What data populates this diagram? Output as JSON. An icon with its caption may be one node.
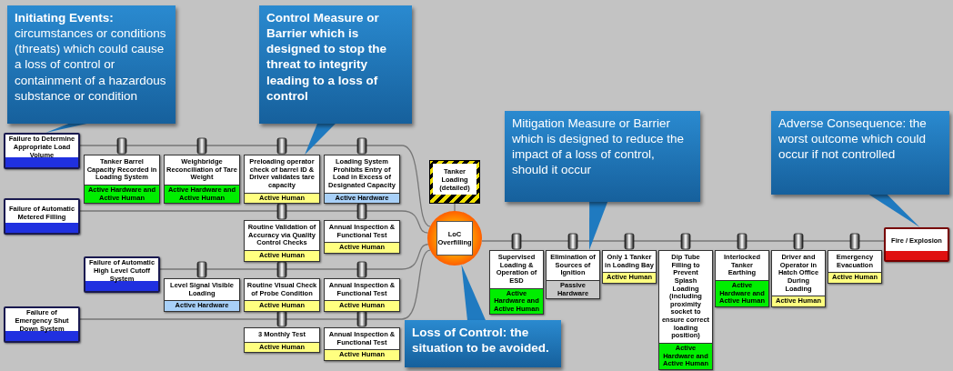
{
  "diagram": {
    "nodes": [
      {
        "text": [
          "Initiating Events:",
          "circumstances or conditions (threats) which could cause a loss of control or containment of a hazardous substance or condition"
        ]
      },
      {
        "text": [
          "Control Measure or Barrier which is designed to stop the threat to integrity leading to a loss of control"
        ]
      },
      {
        "text": [
          "Failure to Determine Appropriate Load Volume"
        ]
      },
      {
        "text": [
          "Tanker Barrel Capacity Recorded in Loading System",
          "Active Hardware and Active Human"
        ]
      },
      {
        "text": [
          "Weighbridge Reconciliation of Tare Weight",
          "Active Hardware and Active Human"
        ]
      },
      {
        "text": [
          "Preloading operator check of barrel ID & Driver validates tare capacity",
          "Active Human"
        ]
      },
      {
        "text": [
          "Loading System Prohibits Entry of Load in Excess of Designated Capacity",
          "Active Hardware"
        ]
      },
      {
        "text": [
          "Failure of Automatic Metered Filling"
        ]
      },
      {
        "text": [
          "Routine Validation of Accuracy via Quality Control Checks",
          "Active Human"
        ]
      },
      {
        "text": [
          "Annual Inspection & Functional Test",
          "Active Human"
        ]
      },
      {
        "text": [
          "Failure of Automatic High Level Cutoff System"
        ]
      },
      {
        "text": [
          "Level Signal Visible Loading",
          "Active Hardware"
        ]
      },
      {
        "text": [
          "Routine Visual Check of Probe Condition",
          "Active Human"
        ]
      },
      {
        "text": [
          "Annual Inspection & Functional Test",
          "Active Human"
        ]
      },
      {
        "text": [
          "Failure of Emergency Shut Down System"
        ]
      },
      {
        "text": [
          "3 Monthly Test",
          "Active Human"
        ]
      },
      {
        "text": [
          "Annual Inspection & Functional Test",
          "Active Human"
        ]
      },
      {
        "text": [
          "Tanker Loading (detailed)"
        ]
      },
      {
        "text": [
          "LoC Overfilling"
        ]
      },
      {
        "text": [
          "Mitigation Measure or Barrier which is designed to reduce the impact of a loss of control, should it occur"
        ]
      },
      {
        "text": [
          "Adverse Consequence: the worst outcome which could occur if not controlled"
        ]
      },
      {
        "text": [
          "Supervised Loading & Operation of ESD",
          "Active Hardware and Active Human"
        ]
      },
      {
        "text": [
          "Elimination of Sources of Ignition",
          "Passive Hardware"
        ]
      },
      {
        "text": [
          "Only 1 Tanker in Loading Bay",
          "Active Human"
        ]
      },
      {
        "text": [
          "Dip Tube Filling to Prevent Splash Loading (including proximity socket to ensure correct loading position)",
          "Active Hardware and Active Human"
        ]
      },
      {
        "text": [
          "Interlocked Tanker Earthing",
          "Active Hardware and Active Human"
        ]
      },
      {
        "text": [
          "Driver and Operator in Hatch Office During Loading",
          "Active Human"
        ]
      },
      {
        "text": [
          "Emergency Evacuation",
          "Active Human"
        ]
      },
      {
        "text": [
          "Fire / Explosion"
        ]
      },
      {
        "text": [
          "Loss of Control: the situation to be avoided."
        ]
      }
    ],
    "edges": [
      {
        "from": 2,
        "to": 18,
        "arrow": "none"
      },
      {
        "from": 7,
        "to": 18,
        "arrow": "none"
      },
      {
        "from": 10,
        "to": 18,
        "arrow": "none"
      },
      {
        "from": 14,
        "to": 18,
        "arrow": "none"
      },
      {
        "from": 17,
        "to": 18,
        "arrow": "none"
      },
      {
        "from": 18,
        "to": 28,
        "arrow": "none"
      },
      {
        "from": 0,
        "to": 2,
        "arrow": "none",
        "style": "thick",
        "color": "#1f7ac0"
      },
      {
        "from": 1,
        "to": 5,
        "arrow": "none",
        "style": "thick",
        "color": "#1f7ac0"
      },
      {
        "from": 19,
        "to": 22,
        "arrow": "none",
        "style": "thick",
        "color": "#1f7ac0"
      },
      {
        "from": 20,
        "to": 28,
        "arrow": "none",
        "style": "thick",
        "color": "#1f7ac0"
      },
      {
        "from": 29,
        "to": 18,
        "arrow": "none",
        "style": "thick",
        "color": "#1f7ac0"
      }
    ]
  }
}
